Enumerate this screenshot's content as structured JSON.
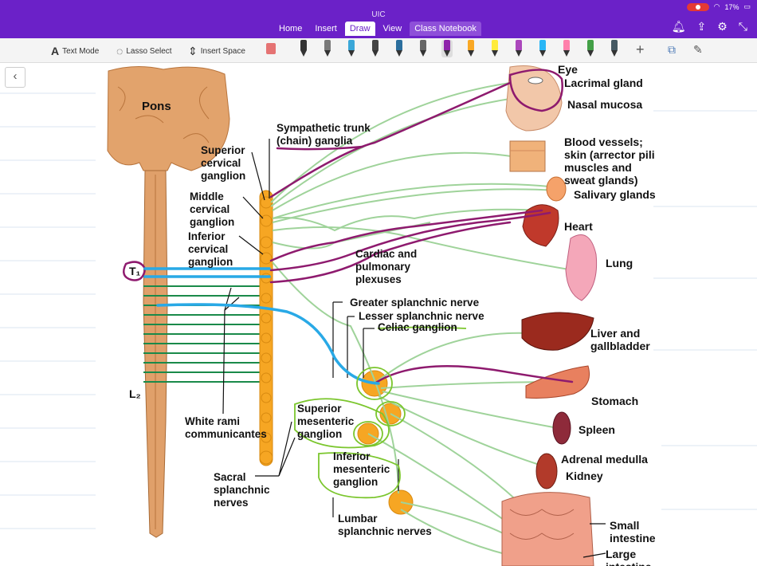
{
  "window": {
    "title": "UIC"
  },
  "status": {
    "battery": "17%"
  },
  "tabs": [
    "Home",
    "Insert",
    "Draw",
    "View",
    "Class Notebook"
  ],
  "ribbon": {
    "text_mode": "Text Mode",
    "lasso_select": "Lasso Select",
    "insert_space": "Insert Space",
    "pen_colors": [
      "#333333",
      "#7a7a7a",
      "#3aa7d8",
      "#444444",
      "#2b6f9e",
      "#666666",
      "#8e24aa",
      "#f9a825",
      "#ffeb3b",
      "#ab47bc",
      "#29b6f6",
      "#ff80ab",
      "#43a047",
      "#455a64"
    ]
  },
  "diagram": {
    "labels": {
      "pons": "Pons",
      "sympathetic_trunk": "Sympathetic trunk\n(chain) ganglia",
      "superior_cervical": "Superior\ncervical\nganglion",
      "middle_cervical": "Middle\ncervical\nganglion",
      "inferior_cervical": "Inferior\ncervical\nganglion",
      "t1": "T₁",
      "l2": "L₂",
      "white_rami": "White rami\ncommunicantes",
      "sacral_splanchnic": "Sacral\nsplanchnic\nnerves",
      "cardiac_plexuses": "Cardiac and\npulmonary\nplexuses",
      "greater_splanchnic": "Greater splanchnic nerve",
      "lesser_splanchnic": "Lesser splanchnic nerve",
      "celiac_ganglion": "Celiac ganglion",
      "superior_mesenteric": "Superior\nmesenteric\nganglion",
      "inferior_mesenteric": "Inferior\nmesenteric\nganglion",
      "lumbar_splanchnic": "Lumbar\nsplanchnic nerves",
      "eye": "Eye",
      "lacrimal": "Lacrimal gland",
      "nasal": "Nasal mucosa",
      "blood_vessels": "Blood vessels;\nskin (arrector pili\nmuscles and\nsweat glands)",
      "salivary": "Salivary glands",
      "heart": "Heart",
      "lung": "Lung",
      "liver": "Liver and\ngallbladder",
      "stomach": "Stomach",
      "spleen": "Spleen",
      "adrenal": "Adrenal medulla",
      "kidney": "Kidney",
      "small_intestine": "Small\nintestine",
      "large_intestine": "Large\nintestine"
    }
  }
}
